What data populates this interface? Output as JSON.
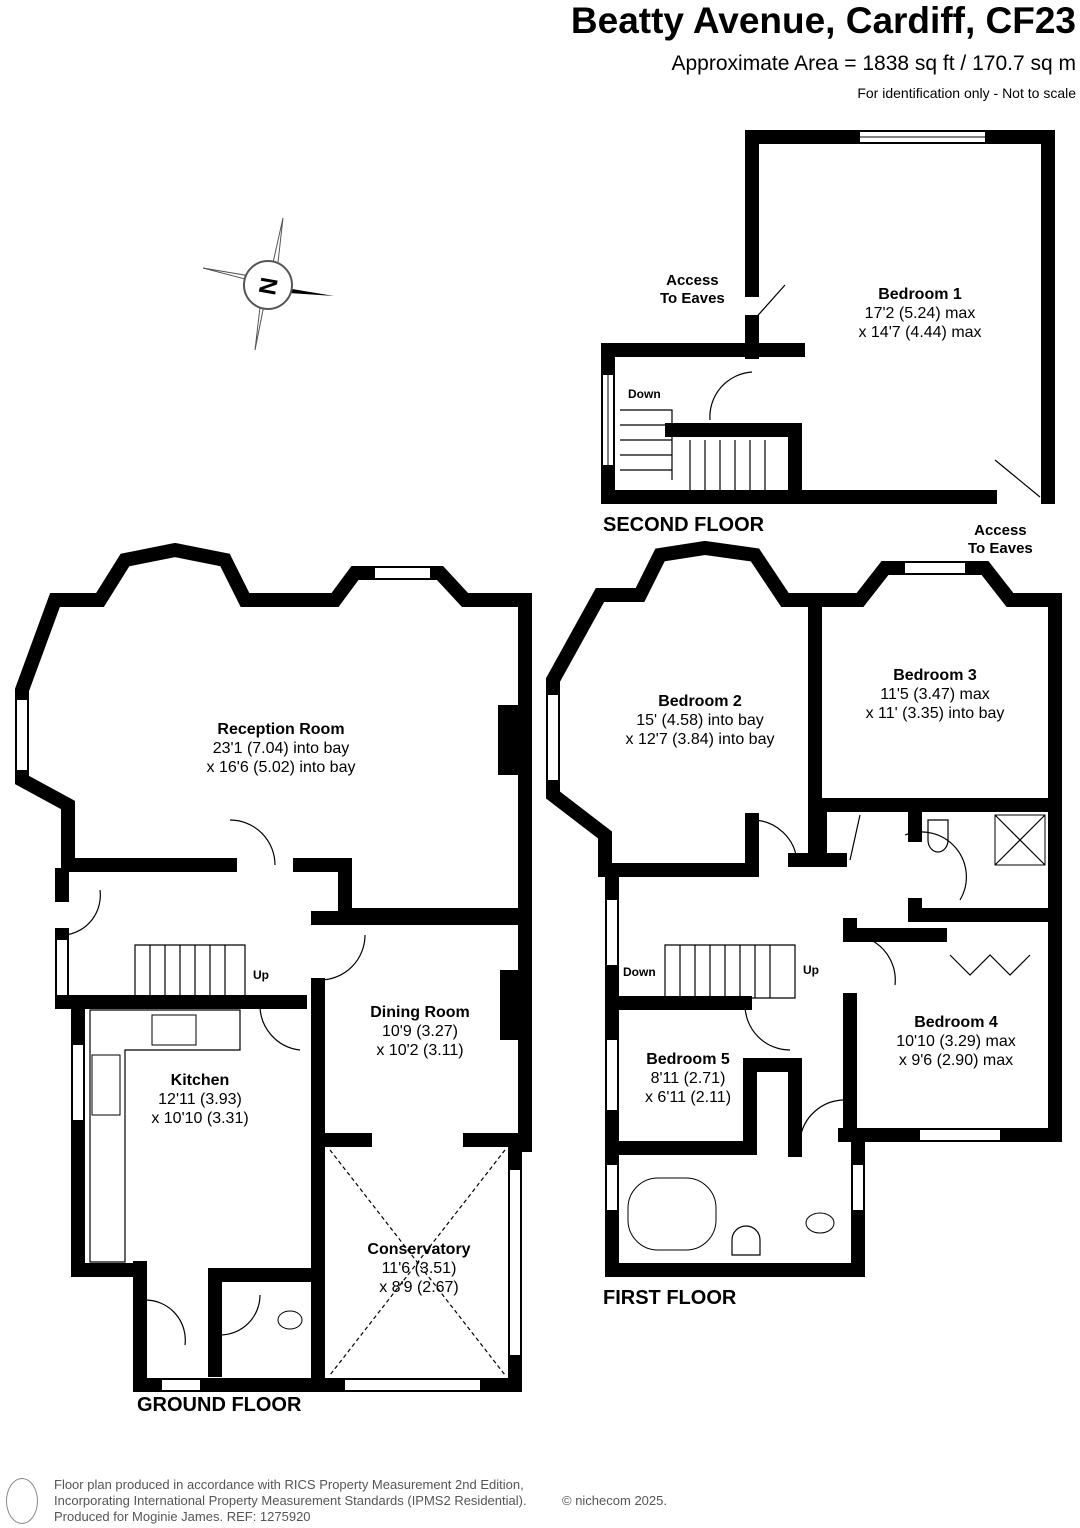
{
  "header": {
    "title": "Beatty Avenue, Cardiff, CF23",
    "area": "Approximate Area = 1838 sq ft / 170.7 sq m",
    "note": "For identification only - Not to scale"
  },
  "compass": {
    "label": "N"
  },
  "floors": {
    "second": "SECOND FLOOR",
    "first": "FIRST FLOOR",
    "ground": "GROUND FLOOR"
  },
  "rooms": {
    "bedroom1": {
      "name": "Bedroom 1",
      "d1": "17'2 (5.24) max",
      "d2": "x 14'7 (4.44) max"
    },
    "bedroom2": {
      "name": "Bedroom 2",
      "d1": "15' (4.58) into bay",
      "d2": "x 12'7 (3.84) into bay"
    },
    "bedroom3": {
      "name": "Bedroom 3",
      "d1": "11'5 (3.47) max",
      "d2": "x 11' (3.35) into bay"
    },
    "bedroom4": {
      "name": "Bedroom 4",
      "d1": "10'10 (3.29) max",
      "d2": "x 9'6 (2.90) max"
    },
    "bedroom5": {
      "name": "Bedroom 5",
      "d1": "8'11 (2.71)",
      "d2": "x 6'11 (2.11)"
    },
    "reception": {
      "name": "Reception Room",
      "d1": "23'1 (7.04) into bay",
      "d2": "x 16'6 (5.02) into bay"
    },
    "dining": {
      "name": "Dining Room",
      "d1": "10'9 (3.27)",
      "d2": "x 10'2 (3.11)"
    },
    "kitchen": {
      "name": "Kitchen",
      "d1": "12'11 (3.93)",
      "d2": "x 10'10 (3.31)"
    },
    "conservatory": {
      "name": "Conservatory",
      "d1": "11'6 (3.51)",
      "d2": "x 8'9 (2.67)"
    }
  },
  "annotations": {
    "access1": "Access",
    "access1b": "To Eaves",
    "access2": "Access",
    "access2b": "To Eaves",
    "down_second": "Down",
    "down_first": "Down",
    "up_first": "Up",
    "up_ground": "Up"
  },
  "footer": {
    "line1": "Floor plan produced in accordance with RICS Property Measurement 2nd Edition,",
    "line2": "Incorporating International Property Measurement Standards (IPMS2 Residential).",
    "line3": "Produced for Moginie James.  REF:  1275920",
    "copyright": "© nichecom 2025."
  }
}
